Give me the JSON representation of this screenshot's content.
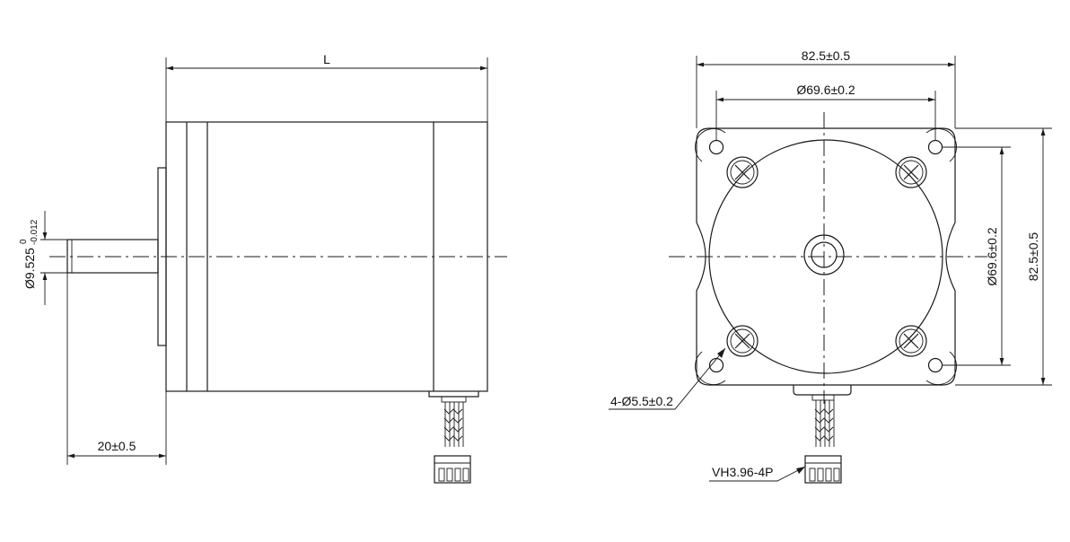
{
  "side_view": {
    "length_label": "L",
    "shaft_diameter": "Ø9.525",
    "shaft_tol_upper": "0",
    "shaft_tol_lower": "-0.012",
    "shaft_length": "20±0.5"
  },
  "front_view": {
    "width_label": "82.5±0.5",
    "pitch_label": "Ø69.6±0.2",
    "pitch_label_vertical": "Ø69.6±0.2",
    "height_label": "82.5±0.5",
    "hole_label": "4-Ø5.5±0.2",
    "connector_label": "VH3.96-4P"
  }
}
